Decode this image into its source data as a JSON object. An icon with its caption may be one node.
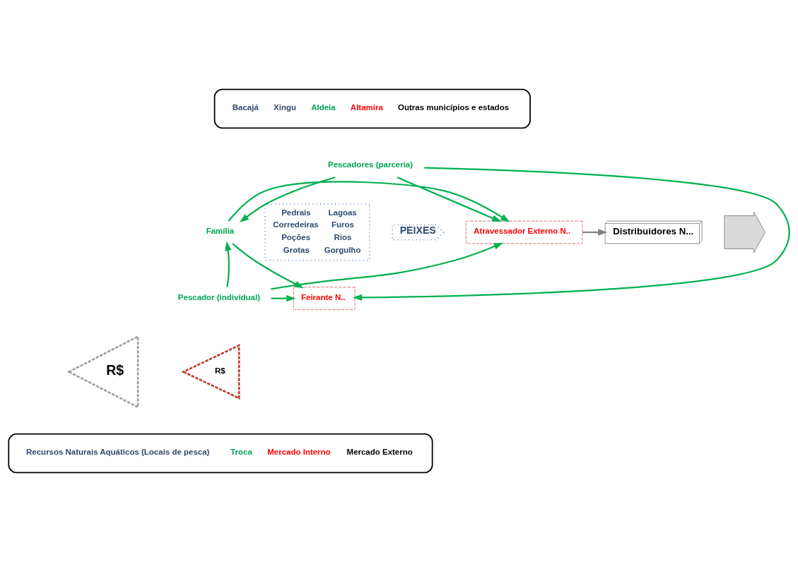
{
  "diagram": {
    "nodes": [
      {
        "text": [
          "Bacajá",
          "Xingu",
          "Aldeia",
          "Altamira",
          "Outras municípios e estados"
        ]
      },
      {
        "text": [
          "Pedrais",
          "Lagoas",
          "Corredeiras",
          "Furos",
          "Poções",
          "Rios",
          "Grotas",
          "Gorgulho"
        ]
      },
      {
        "text": [
          "PEIXES"
        ]
      },
      {
        "text": [
          "Pescadores (parceria)"
        ]
      },
      {
        "text": [
          "Família"
        ]
      },
      {
        "text": [
          "Pescador (individual)"
        ]
      },
      {
        "text": [
          "Atravessador Externo N.."
        ]
      },
      {
        "text": [
          "Feirante N.."
        ]
      },
      {
        "text": [
          "Distribuidores N..."
        ]
      },
      {
        "text": [],
        "shape": "arrow"
      },
      {
        "text": [
          "R$"
        ]
      },
      {
        "text": [
          "R$"
        ]
      },
      {
        "text": [
          "Recursos Naturais Aquáticos (Locais de pesca)",
          "Troca",
          "Mercado Interno",
          "Mercado Externo"
        ]
      }
    ],
    "edges": [
      {
        "from": 3,
        "to": 4,
        "arrow": "to"
      },
      {
        "from": 5,
        "to": 4,
        "arrow": "to"
      },
      {
        "from": 3,
        "to": 6,
        "arrow": "to"
      },
      {
        "from": 4,
        "to": 6,
        "arrow": "to"
      },
      {
        "from": 5,
        "to": 6,
        "arrow": "to"
      },
      {
        "from": 3,
        "to": 7,
        "arrow": "to"
      },
      {
        "from": 4,
        "to": 7,
        "arrow": "to"
      },
      {
        "from": 5,
        "to": 7,
        "arrow": "to"
      },
      {
        "from": 6,
        "to": 8,
        "arrow": "to",
        "color": "#808080"
      }
    ]
  }
}
